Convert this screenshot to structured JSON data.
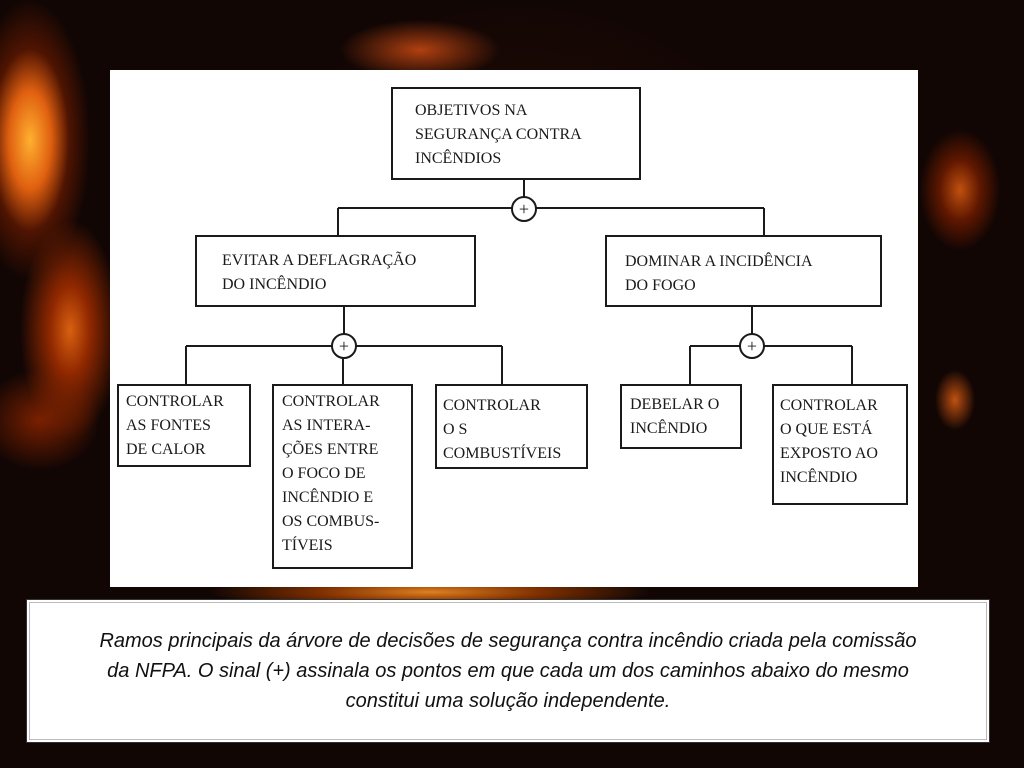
{
  "diagram": {
    "root": "OBJETIVOS NA\nSEGURANÇA CONTRA\nINCÊNDIOS",
    "branch_left": "EVITAR A DEFLAGRAÇÃO\nDO  INCÊNDIO",
    "branch_right": "DOMINAR A INCIDÊNCIA\nDO  FOGO",
    "leaf_1": "CONTROLAR\nAS FONTES\nDE CALOR",
    "leaf_2": "CONTROLAR\nAS INTERA-\nÇÕES ENTRE\nO  FOCO  DE\nINCÊNDIO E\nOS  COMBUS-\nTÍVEIS",
    "leaf_3": "CONTROLAR\nO S\nCOMBUSTÍVEIS",
    "leaf_4": "DEBELAR O\nINCÊNDIO",
    "leaf_5": "CONTROLAR\nO QUE ESTÁ\nEXPOSTO AO\nINCÊNDIO",
    "junction_symbol": "+"
  },
  "caption": "Ramos principais da árvore de decisões de segurança contra incêndio criada pela comissão da NFPA. O sinal (+) assinala os pontos em que cada um dos caminhos abaixo do mesmo constitui uma solução independente."
}
